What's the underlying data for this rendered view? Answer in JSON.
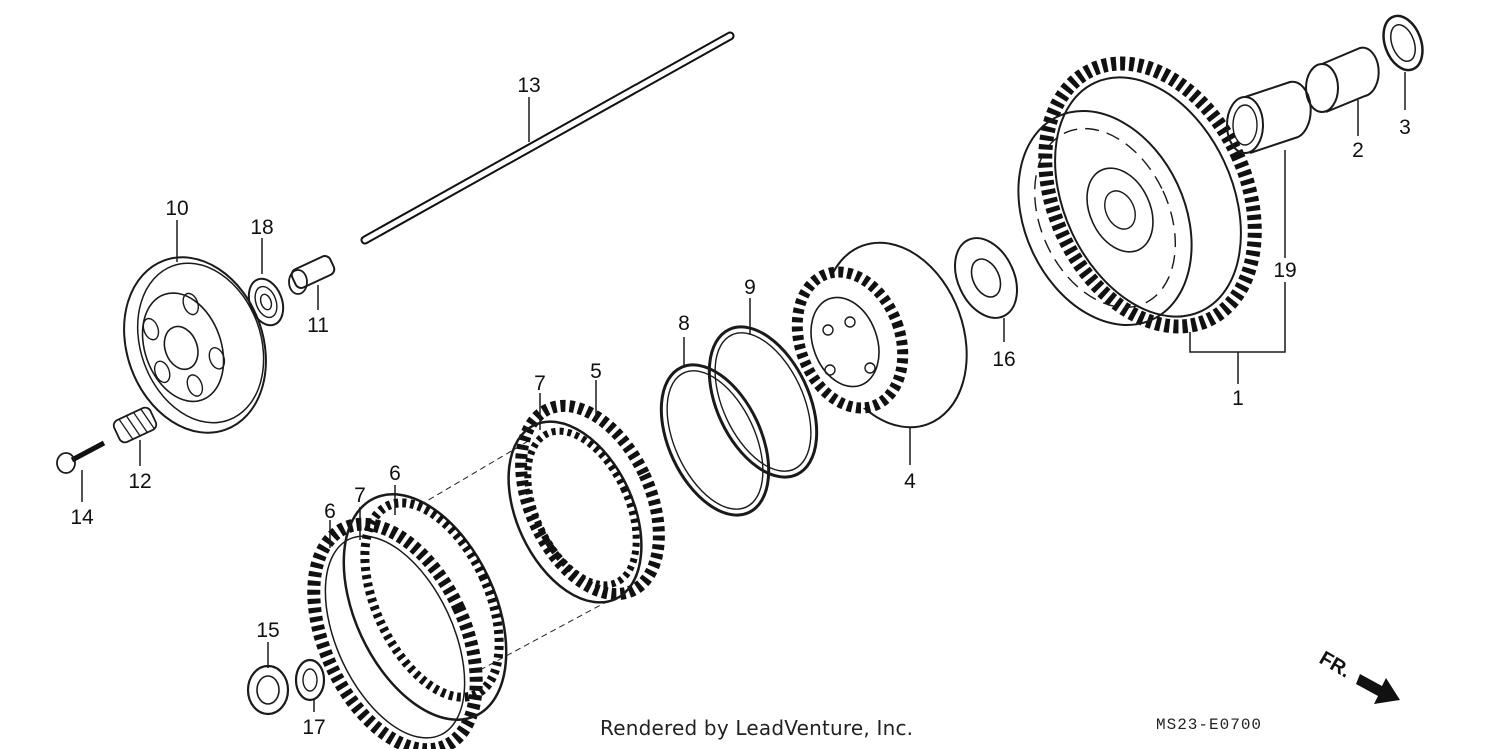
{
  "labels": {
    "l1": "1",
    "l2": "2",
    "l3": "3",
    "l4": "4",
    "l5": "5",
    "l6a": "6",
    "l6b": "6",
    "l7a": "7",
    "l7b": "7",
    "l8": "8",
    "l9": "9",
    "l10": "10",
    "l11": "11",
    "l12": "12",
    "l13": "13",
    "l14": "14",
    "l15": "15",
    "l16": "16",
    "l17": "17",
    "l18": "18",
    "l19": "19"
  },
  "footer": {
    "credit": "Rendered by LeadVenture, Inc.",
    "code": "MS23-E0700",
    "direction": "FR."
  },
  "icons": {
    "direction_arrow": "front-direction-arrow-icon"
  }
}
